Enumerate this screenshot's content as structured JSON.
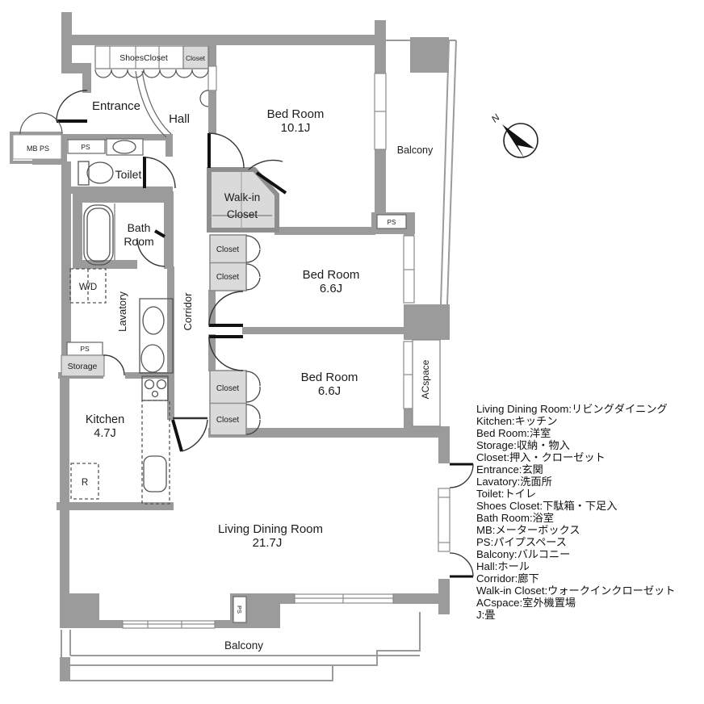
{
  "colors": {
    "wall": "#9b9b9b",
    "closet_fill": "#dadada",
    "line": "#555555",
    "door": "#333333",
    "text": "#1c1c1c"
  },
  "rooms": {
    "entrance": "Entrance",
    "hall": "Hall",
    "toilet": "Toilet",
    "bath": [
      "Bath",
      "Room"
    ],
    "lavatory": "Lavatory",
    "corridor": "Corridor",
    "kitchen": [
      "Kitchen",
      "4.7J"
    ],
    "living": [
      "Living Dining Room",
      "21.7J"
    ],
    "bedroom1": [
      "Bed Room",
      "10.1J"
    ],
    "bedroom2": [
      "Bed Room",
      "6.6J"
    ],
    "bedroom3": [
      "Bed Room",
      "6.6J"
    ],
    "wic": [
      "Walk-in",
      "Closet"
    ],
    "balcony_right": "Balcony",
    "balcony_bottom": "Balcony",
    "acspace": "ACspace"
  },
  "storage_units": {
    "storage": "Storage",
    "wd": "W/D",
    "fridge": "R",
    "shoes_closet": "ShoesCloset",
    "closet_top": "Closet",
    "mbps": "MB PS",
    "closets": [
      "Closet",
      "Closet",
      "Closet",
      "Closet"
    ]
  },
  "ps": {
    "toilet": "PS",
    "lavatory": "PS",
    "top_right": "PS",
    "bottom": "PS"
  },
  "compass": {
    "north": "N"
  },
  "legend": [
    "Living Dining Room:リビングダイニング",
    "Kitchen:キッチン",
    "Bed Room:洋室",
    "Storage:収納・物入",
    "Closet:押入・クローゼット",
    "Entrance:玄関",
    "Lavatory:洗面所",
    "Toilet:トイレ",
    "Shoes Closet:下駄箱・下足入",
    "Bath Room:浴室",
    "MB:メーターボックス",
    "PS:パイプスペース",
    "Balcony:バルコニー",
    "Hall:ホール",
    "Corridor:廊下",
    "Walk-in Closet:ウォークインクローゼット",
    "ACspace:室外機置場",
    "J:畳"
  ]
}
